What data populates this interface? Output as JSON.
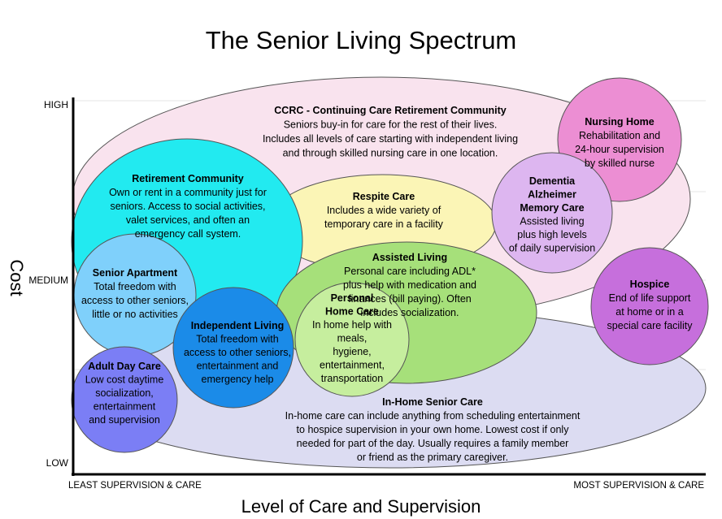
{
  "title": "The Senior Living Spectrum",
  "axes": {
    "y_label": "Cost",
    "y_ticks": {
      "high": "HIGH",
      "medium": "MEDIUM",
      "low": "LOW"
    },
    "x_label": "Level of Care and Supervision",
    "x_left": "LEAST SUPERVISION & CARE",
    "x_right": "MOST SUPERVISION & CARE"
  },
  "bubbles": [
    {
      "id": "ccrc",
      "color": "#f9e3ee",
      "lines": [
        {
          "text": "CCRC - Continuing Care Retirement Community",
          "bold": true
        },
        {
          "text": "Seniors buy-in for care for the rest of their lives."
        },
        {
          "text": "Includes all levels of care starting with independent living"
        },
        {
          "text": "and through skilled nursing care in one location."
        }
      ]
    },
    {
      "id": "in-home-senior-care",
      "color": "#dcdcf2",
      "lines": [
        {
          "text": "In-Home Senior Care",
          "bold": true
        },
        {
          "text": "In-home care can include anything from scheduling entertainment"
        },
        {
          "text": "to hospice supervision in your own home. Lowest cost if only"
        },
        {
          "text": "needed for part of the day. Usually requires a family member"
        },
        {
          "text": "or friend as the primary caregiver."
        }
      ]
    },
    {
      "id": "respite-care",
      "color": "#fbf5b6",
      "lines": [
        {
          "text": "Respite Care",
          "bold": true
        },
        {
          "text": "Includes a wide variety of"
        },
        {
          "text": "temporary care in a facility"
        }
      ]
    },
    {
      "id": "retirement-community",
      "color": "#22eaf0",
      "lines": [
        {
          "text": "Retirement Community",
          "bold": true
        },
        {
          "text": "Own or rent in a community just for"
        },
        {
          "text": "seniors. Access to social activities,"
        },
        {
          "text": "valet services, and often an"
        },
        {
          "text": "emergency call system."
        }
      ]
    },
    {
      "id": "assisted-living",
      "color": "#a6e07a",
      "lines": [
        {
          "text": "Assisted Living",
          "bold": true
        },
        {
          "text": "Personal care including ADL*"
        },
        {
          "text": "plus help with medication and"
        },
        {
          "text": "finances (bill paying). Often"
        },
        {
          "text": "includes socialization."
        }
      ]
    },
    {
      "id": "nursing-home",
      "color": "#ec8ed3",
      "lines": [
        {
          "text": "Nursing Home",
          "bold": true
        },
        {
          "text": "Rehabilitation and"
        },
        {
          "text": "24-hour supervision"
        },
        {
          "text": "by skilled nurse"
        }
      ]
    },
    {
      "id": "dementia-care",
      "color": "#ddb6f0",
      "lines": [
        {
          "text": "Dementia",
          "bold": true
        },
        {
          "text": "Alzheimer",
          "bold": true
        },
        {
          "text": "Memory Care",
          "bold": true
        },
        {
          "text": "Assisted living"
        },
        {
          "text": "plus high levels"
        },
        {
          "text": "of daily supervision"
        }
      ]
    },
    {
      "id": "hospice",
      "color": "#c66fdc",
      "lines": [
        {
          "text": "Hospice",
          "bold": true
        },
        {
          "text": "End of life support"
        },
        {
          "text": "at home or in a"
        },
        {
          "text": "special care facility"
        }
      ]
    },
    {
      "id": "senior-apartment",
      "color": "#7fd0fb",
      "lines": [
        {
          "text": "Senior Apartment",
          "bold": true
        },
        {
          "text": "Total freedom with"
        },
        {
          "text": "access to other seniors,"
        },
        {
          "text": "little or no activities"
        }
      ]
    },
    {
      "id": "personal-home-care",
      "color": "#c6ee9e",
      "lines": [
        {
          "text": "Personal",
          "bold": true
        },
        {
          "text": "Home Care",
          "bold": true
        },
        {
          "text": "In home help with"
        },
        {
          "text": "meals,"
        },
        {
          "text": "hygiene,"
        },
        {
          "text": "entertainment,"
        },
        {
          "text": "transportation"
        }
      ]
    },
    {
      "id": "independent-living",
      "color": "#1b8be8",
      "lines": [
        {
          "text": "Independent Living",
          "bold": true
        },
        {
          "text": "Total freedom with"
        },
        {
          "text": "access to other seniors,"
        },
        {
          "text": "entertainment and"
        },
        {
          "text": "emergency help"
        }
      ]
    },
    {
      "id": "adult-day-care",
      "color": "#7b7ef5",
      "lines": [
        {
          "text": "Adult Day Care",
          "bold": true
        },
        {
          "text": "Low cost daytime"
        },
        {
          "text": "socialization,"
        },
        {
          "text": "entertainment"
        },
        {
          "text": "and supervision"
        }
      ]
    }
  ]
}
